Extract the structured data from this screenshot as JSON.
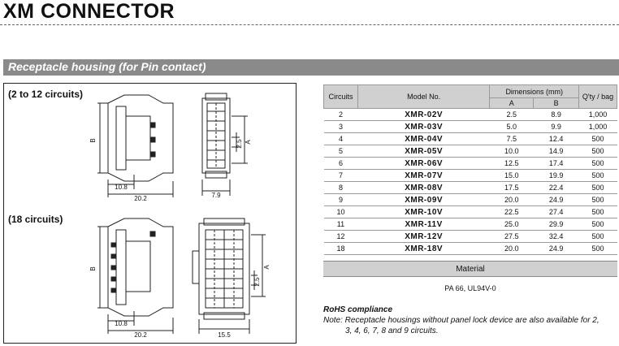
{
  "header": {
    "title": "XM CONNECTOR",
    "section": "Receptacle housing (for Pin contact)"
  },
  "drawings": {
    "top_label": "(2 to 12 circuits)",
    "bottom_label": "(18 circuits)",
    "top_dims": {
      "b": "B",
      "a": "A",
      "pitch": "2.5",
      "w1": "10.8",
      "w2": "20.2",
      "w3": "7.9"
    },
    "bottom_dims": {
      "b": "B",
      "a": "A",
      "pitch": "2.5",
      "w1": "10.8",
      "w2": "20.2",
      "w3": "15.5"
    }
  },
  "table": {
    "headers": {
      "circuits": "Circuits",
      "model": "Model No.",
      "dimensions": "Dimensions (mm)",
      "a": "A",
      "b": "B",
      "qty": "Q'ty / bag"
    },
    "rows": [
      {
        "circuits": "2",
        "model": "XMR-02V",
        "a": "2.5",
        "b": "8.9",
        "qty": "1,000"
      },
      {
        "circuits": "3",
        "model": "XMR-03V",
        "a": "5.0",
        "b": "9.9",
        "qty": "1,000"
      },
      {
        "circuits": "4",
        "model": "XMR-04V",
        "a": "7.5",
        "b": "12.4",
        "qty": "500"
      },
      {
        "circuits": "5",
        "model": "XMR-05V",
        "a": "10.0",
        "b": "14.9",
        "qty": "500"
      },
      {
        "circuits": "6",
        "model": "XMR-06V",
        "a": "12.5",
        "b": "17.4",
        "qty": "500"
      },
      {
        "circuits": "7",
        "model": "XMR-07V",
        "a": "15.0",
        "b": "19.9",
        "qty": "500"
      },
      {
        "circuits": "8",
        "model": "XMR-08V",
        "a": "17.5",
        "b": "22.4",
        "qty": "500"
      },
      {
        "circuits": "9",
        "model": "XMR-09V",
        "a": "20.0",
        "b": "24.9",
        "qty": "500"
      },
      {
        "circuits": "10",
        "model": "XMR-10V",
        "a": "22.5",
        "b": "27.4",
        "qty": "500"
      },
      {
        "circuits": "11",
        "model": "XMR-11V",
        "a": "25.0",
        "b": "29.9",
        "qty": "500"
      },
      {
        "circuits": "12",
        "model": "XMR-12V",
        "a": "27.5",
        "b": "32.4",
        "qty": "500"
      },
      {
        "circuits": "18",
        "model": "XMR-18V",
        "a": "20.0",
        "b": "24.9",
        "qty": "500"
      }
    ]
  },
  "material": {
    "label": "Material",
    "value": "PA 66, UL94V-0"
  },
  "rohs": {
    "heading": "RoHS compliance",
    "note_line1": "Note: Receptacle housings without panel lock device are also available for 2,",
    "note_line2": "3, 4, 6, 7, 8 and 9 circuits."
  }
}
